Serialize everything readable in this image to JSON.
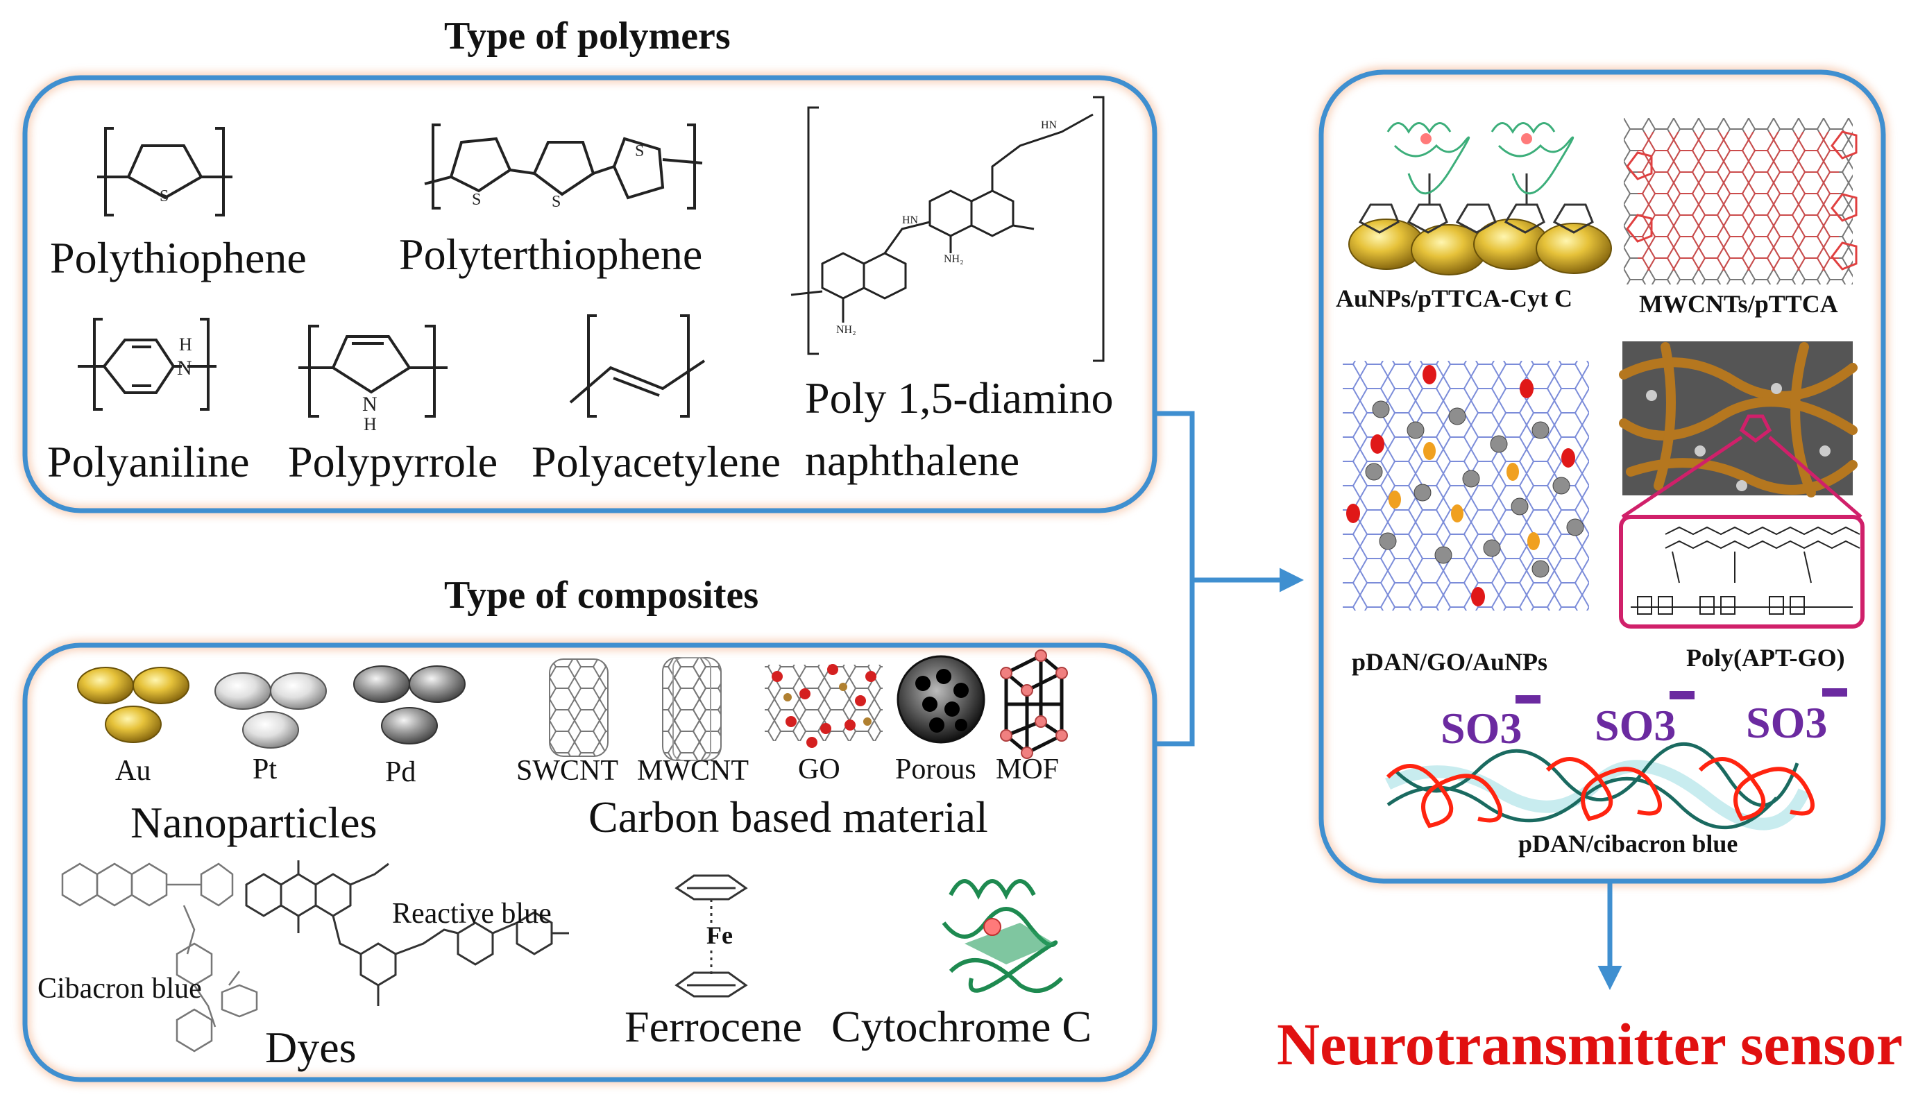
{
  "polymers": {
    "title": "Type of polymers",
    "items": [
      "Polythiophene",
      "Polyterthiophene",
      "Polyaniline",
      "Polypyrrole",
      "Polyacetylene"
    ],
    "pdan_line1": "Poly 1,5-diamino",
    "pdan_line2": "naphthalene"
  },
  "composites": {
    "title": "Type of composites",
    "metals": [
      "Au",
      "Pt",
      "Pd"
    ],
    "nanoparticles_label": "Nanoparticles",
    "carbon": [
      "SWCNT",
      "MWCNT",
      "GO",
      "Porous",
      "MOF"
    ],
    "carbon_label": "Carbon based material",
    "dye_reactive": "Reactive blue",
    "dye_cibacron": "Cibacron blue",
    "dyes_label": "Dyes",
    "ferrocene_fe": "Fe",
    "ferrocene_label": "Ferrocene",
    "cytochrome_label": "Cytochrome C"
  },
  "examples": {
    "aunps": "AuNPs/pTTCA-Cyt C",
    "mwcnts": "MWCNTs/pTTCA",
    "pdan_go": "pDAN/GO/AuNPs",
    "poly_apt": "Poly(APT-GO)",
    "so3": "SO3",
    "cibacron": "pDAN/cibacron blue"
  },
  "output": "Neurotransmitter sensor",
  "colors": {
    "frame_blue": "#3f8fd0",
    "frame_glow": "#f2a77c",
    "arrow": "#3f8fd0",
    "title_red": "#e11010",
    "gold": "#d8b32a",
    "silver": "#d9d9d9",
    "gray": "#8a8a8a",
    "magenta": "#d0206a",
    "purple": "#6b2aa0"
  }
}
